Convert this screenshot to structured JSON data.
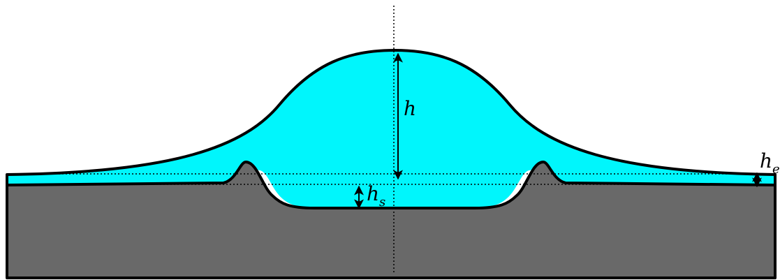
{
  "colors": {
    "fluid": "#00f6fc",
    "substrate": "#696969",
    "outline": "#000000",
    "background": "#ffffff"
  },
  "labels": {
    "height": "h",
    "edge_film": {
      "base": "h",
      "sub": "e"
    },
    "substrate_depth": {
      "base": "h",
      "sub": "s"
    }
  }
}
